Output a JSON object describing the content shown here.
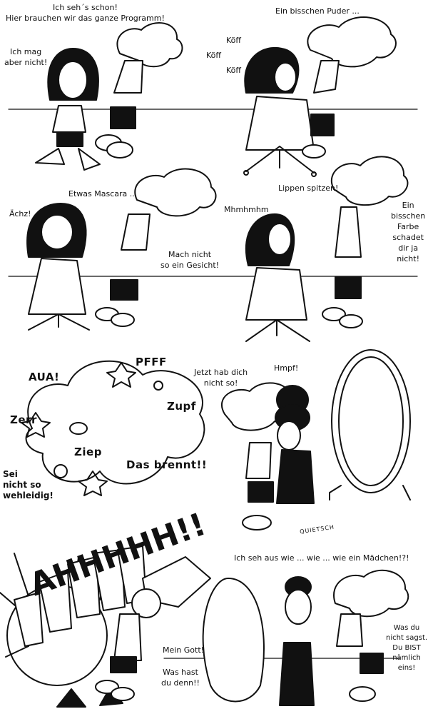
{
  "panels": {
    "p1": {
      "girl": "Ich mag\naber nicht!",
      "friend": "Ich seh´s schon!\nHier brauchen wir das ganze Programm!"
    },
    "p2": {
      "title": "Ein bisschen Puder ...",
      "cough1": "Köff",
      "cough2": "Köff",
      "cough3": "Köff"
    },
    "p3": {
      "girl": "Ächz!",
      "title": "Etwas Mascara ...",
      "friend": "Mach nicht\nso ein Gesicht!"
    },
    "p4": {
      "girl": "Mhmhmhm",
      "title": "Lippen spitzen!",
      "friend": "Ein\nbisschen\nFarbe\nschadet\ndir ja\nnicht!"
    },
    "p5": {
      "aua": "AUA!",
      "pfff": "PFFF",
      "zupf": "Zupf",
      "zerr": "Zerr",
      "ziep": "Ziep",
      "brennt": "Das brennt!!",
      "friend": "Sei\nnicht so\nwehleidig!"
    },
    "p6": {
      "friend": "Jetzt hab dich\nnicht so!",
      "girl": "Hmpf!",
      "signature": "QUIETSCH"
    },
    "p7": {
      "scream": "AHHHHH!!",
      "friend1": "Mein Gott!",
      "friend2": "Was hast\ndu denn!!"
    },
    "p8": {
      "girl": "Ich seh aus wie ... wie ... wie ein Mädchen!?!",
      "friend": "Was du\nnicht sagst.\nDu BIST\nnämlich\neins!"
    }
  }
}
